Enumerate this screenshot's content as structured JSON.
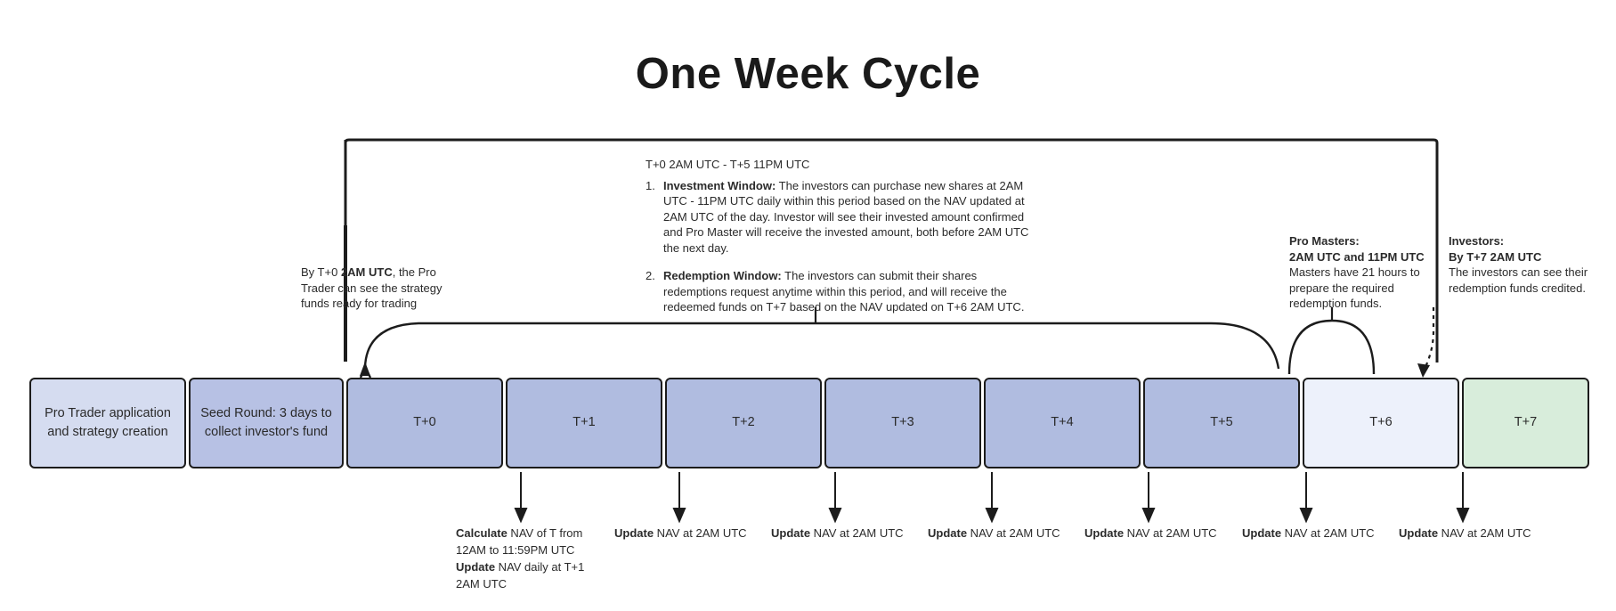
{
  "title": "One Week Cycle",
  "timeline": {
    "cells": [
      {
        "label": "Pro Trader application and strategy creation",
        "color": "#d5dcf0"
      },
      {
        "label": "Seed Round: 3 days  to collect investor's fund",
        "color": "#b7c1e4"
      },
      {
        "label": "T+0",
        "color": "#b0bce0"
      },
      {
        "label": "T+1",
        "color": "#b0bce0"
      },
      {
        "label": "T+2",
        "color": "#b0bce0"
      },
      {
        "label": "T+3",
        "color": "#b0bce0"
      },
      {
        "label": "T+4",
        "color": "#b0bce0"
      },
      {
        "label": "T+5",
        "color": "#b0bce0"
      },
      {
        "label": "T+6",
        "color": "#edf1fb"
      },
      {
        "label": "T+7",
        "color": "#d8eddb"
      }
    ]
  },
  "annotations": {
    "left_note": {
      "pre": "By T+0 ",
      "bold": "2AM UTC",
      "post": ", the Pro Trader can see the strategy funds ready for trading"
    },
    "window_block": {
      "heading": "T+0 2AM UTC - T+5 11PM UTC",
      "items": [
        {
          "num": "1.",
          "bold": "Investment Window:",
          "text": " The investors can purchase new shares at 2AM UTC - 11PM UTC daily within this period based on the NAV updated at 2AM UTC of the day. Investor will see their invested amount confirmed and Pro Master will receive the invested amount, both before 2AM UTC the next day."
        },
        {
          "num": "2.",
          "bold": "Redemption Window:",
          "text": " The investors can submit their shares redemptions request anytime within this period, and will receive the redeemed funds on T+7 based on the NAV updated on T+6 2AM UTC."
        }
      ]
    },
    "pro_masters": {
      "title": "Pro Masters:",
      "subtitle": "2AM UTC and 11PM UTC",
      "body": "Masters have 21 hours to prepare the required redemption funds."
    },
    "investors": {
      "title": "Investors:",
      "subtitle": "By T+7 2AM UTC",
      "body": "The investors can see their redemption funds credited."
    }
  },
  "below_notes": [
    {
      "bold1": "Calculate",
      "text1": " NAV of T from 12AM to 11:59PM UTC",
      "bold2": "Update",
      "text2": " NAV daily at T+1 2AM UTC"
    },
    {
      "bold1": "Update",
      "text1": " NAV at 2AM UTC"
    },
    {
      "bold1": "Update",
      "text1": " NAV at 2AM UTC"
    },
    {
      "bold1": "Update",
      "text1": " NAV at 2AM UTC"
    },
    {
      "bold1": "Update",
      "text1": " NAV at 2AM UTC"
    },
    {
      "bold1": "Update",
      "text1": " NAV at 2AM UTC"
    },
    {
      "bold1": "Update",
      "text1": " NAV at 2AM UTC"
    }
  ],
  "colors": {
    "stroke": "#1c1c1c",
    "text": "#2b2b2b",
    "green": "#d8eddb",
    "blue": "#b0bce0"
  }
}
